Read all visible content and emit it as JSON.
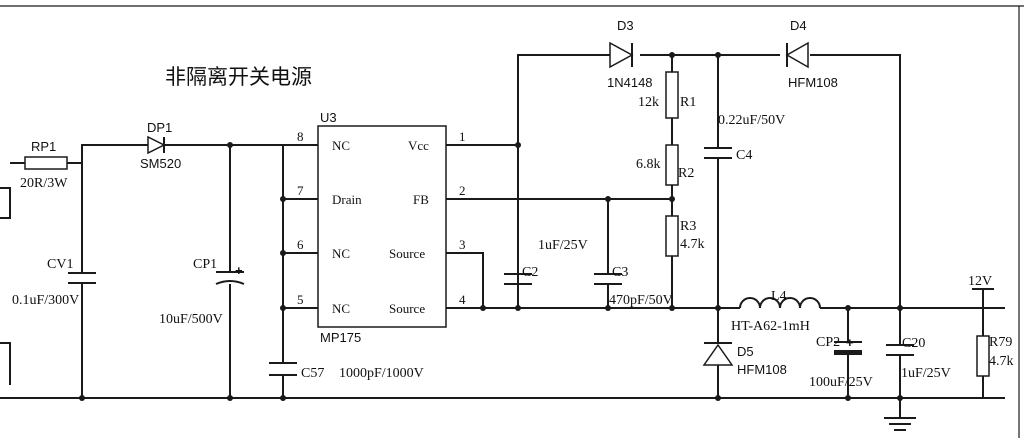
{
  "title": "非隔离开关电源",
  "ic": {
    "ref": "U3",
    "part": "MP175",
    "pins": [
      {
        "num": "8",
        "name": "NC"
      },
      {
        "num": "7",
        "name": "Drain"
      },
      {
        "num": "6",
        "name": "NC"
      },
      {
        "num": "5",
        "name": "NC"
      },
      {
        "num": "1",
        "name": "Vcc"
      },
      {
        "num": "2",
        "name": "FB"
      },
      {
        "num": "3",
        "name": "Source"
      },
      {
        "num": "4",
        "name": "Source"
      }
    ]
  },
  "components": {
    "rp1": {
      "ref": "RP1",
      "value": "20R/3W"
    },
    "dp1": {
      "ref": "DP1",
      "value": "SM520"
    },
    "cv1": {
      "ref": "CV1",
      "value": "0.1uF/300V"
    },
    "cp1": {
      "ref": "CP1",
      "value": "10uF/500V"
    },
    "c57": {
      "ref": "C57",
      "value": "1000pF/1000V"
    },
    "d3": {
      "ref": "D3",
      "value": "1N4148"
    },
    "d4": {
      "ref": "D4",
      "value": "HFM108"
    },
    "r1": {
      "ref": "R1",
      "value": "12k"
    },
    "r2": {
      "ref": "R2",
      "value": "6.8k"
    },
    "r3": {
      "ref": "R3",
      "value": "4.7k"
    },
    "c4": {
      "ref": "C4",
      "value": "0.22uF/50V"
    },
    "c2": {
      "ref": "C2",
      "value": "1uF/25V"
    },
    "c3": {
      "ref": "C3",
      "value": "470pF/50V"
    },
    "l4": {
      "ref": "L4",
      "value": "HT-A62-1mH"
    },
    "d5": {
      "ref": "D5",
      "value": "HFM108"
    },
    "cp2": {
      "ref": "CP2",
      "value": "100uF/25V"
    },
    "c20": {
      "ref": "C20",
      "value": "1uF/25V"
    },
    "r79": {
      "ref": "R79",
      "value": "4.7k"
    }
  },
  "nets": {
    "output": "12V"
  },
  "markers": {
    "polarity": "+"
  }
}
